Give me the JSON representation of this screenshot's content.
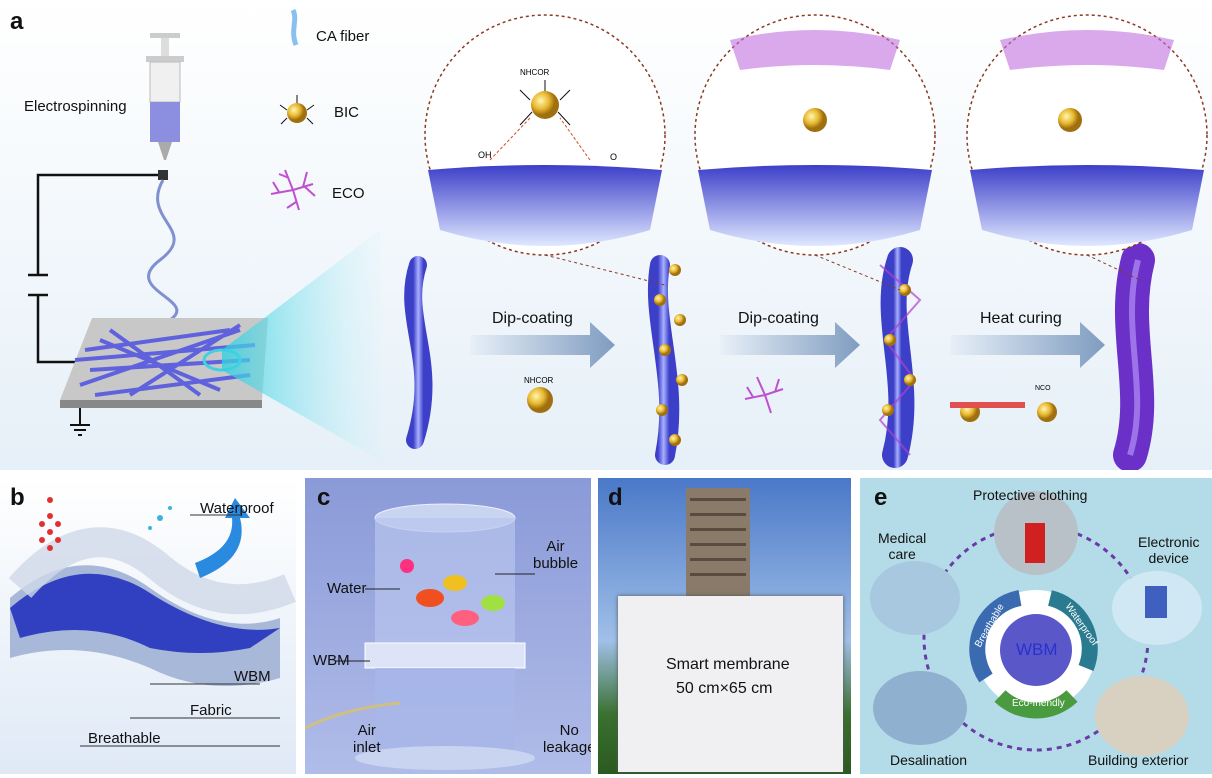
{
  "panel_a": {
    "label": "a",
    "electrospinning": "Electrospinning",
    "legend": {
      "ca_fiber": "CA fiber",
      "bic": "BIC",
      "eco": "ECO"
    },
    "steps": [
      "Dip-coating",
      "Dip-coating",
      "Heat curing"
    ],
    "chem": {
      "nhcor": "NHCOR",
      "oh": "OH",
      "o": "O",
      "nco": "NCO"
    }
  },
  "panel_b": {
    "label": "b",
    "waterproof": "Waterproof",
    "wbm": "WBM",
    "fabric": "Fabric",
    "breathable": "Breathable"
  },
  "panel_c": {
    "label": "c",
    "water": "Water",
    "air_bubble": "Air\nbubble",
    "wbm": "WBM",
    "air_inlet": "Air\ninlet",
    "no_leakage": "No\nleakage"
  },
  "panel_d": {
    "label": "d",
    "title": "Smart membrane",
    "size": "50 cm×65 cm"
  },
  "panel_e": {
    "label": "e",
    "protective": "Protective clothing",
    "medical": "Medical\ncare",
    "electronic": "Electronic\ndevice",
    "desalination": "Desalination",
    "building": "Building exterior",
    "center": "WBM",
    "ring": [
      "Breathable",
      "Waterproof",
      "Eco-friendly"
    ]
  },
  "colors": {
    "fiber": "#5a5ee0",
    "bic": "#e8b830",
    "eco": "#b040d0",
    "arrow": "#8aa6c8",
    "bg_a": "#e8f2fa"
  }
}
